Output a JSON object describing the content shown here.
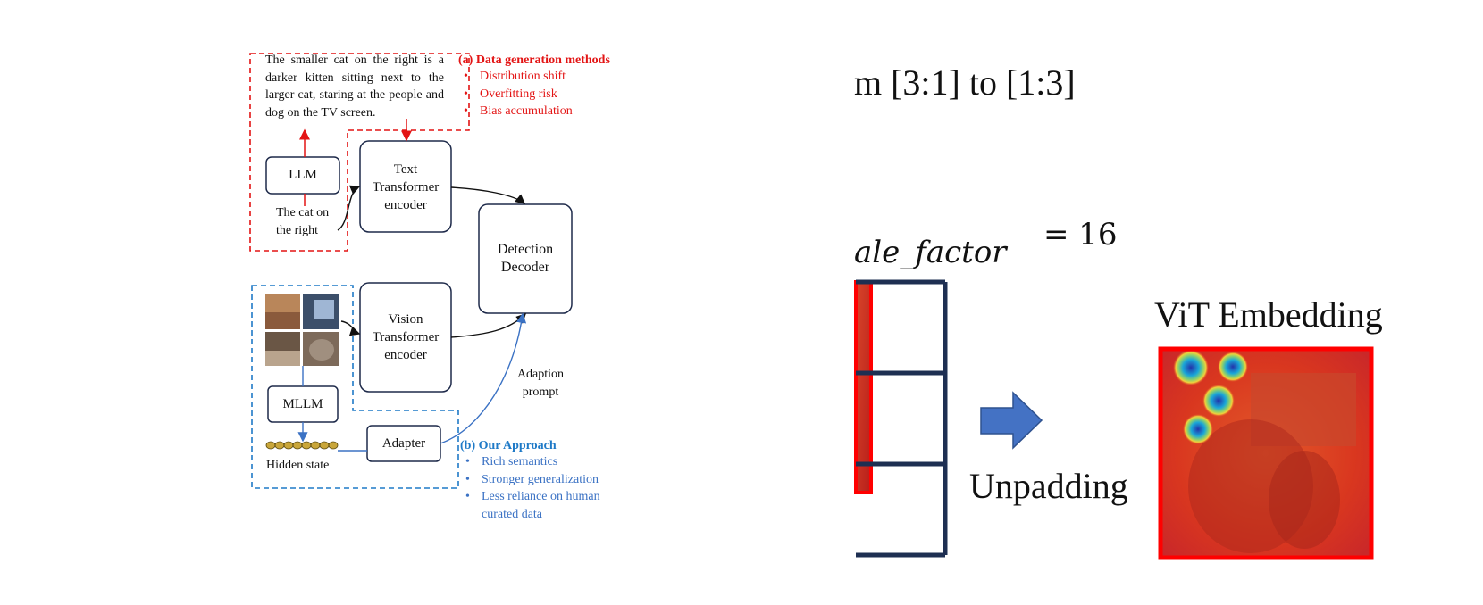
{
  "left_diagram": {
    "caption_text": "The smaller cat on the right is a darker kitten sitting next to the larger cat, staring at the people and dog on the TV screen.",
    "section_a": {
      "title": "(a) Data generation methods",
      "items": [
        "Distribution shift",
        "Overfitting risk",
        "Bias accumulation"
      ]
    },
    "section_b": {
      "title": "(b) Our Approach",
      "items": [
        "Rich semantics",
        "Stronger generalization",
        "Less reliance on human curated data"
      ]
    },
    "boxes": {
      "llm": "LLM",
      "text_encoder": [
        "Text",
        "Transformer",
        "encoder"
      ],
      "detection_decoder": [
        "Detection",
        "Decoder"
      ],
      "vision_encoder": [
        "Vision",
        "Transformer",
        "encoder"
      ],
      "mllm": "MLLM",
      "adapter": "Adapter"
    },
    "labels": {
      "prompt_input": [
        "The cat on",
        "the right"
      ],
      "hidden_state": "Hidden state",
      "adaption_prompt": [
        "Adaption",
        "prompt"
      ]
    },
    "colors": {
      "red": "#e31414",
      "blue": "#1f7ac7",
      "box_border": "#1e2a4a"
    }
  },
  "right_slide": {
    "ratio_text": "m [3:1] to [1:3]",
    "formula_text": "ale_factor",
    "formula_rhs": "= 16",
    "arrow_label": "Unpadding",
    "embedding_title": "ViT Embedding",
    "colors": {
      "grid_navy": "#1e2f52",
      "arrow_blue": "#4472c4",
      "frame_red": "#ff0000"
    }
  }
}
